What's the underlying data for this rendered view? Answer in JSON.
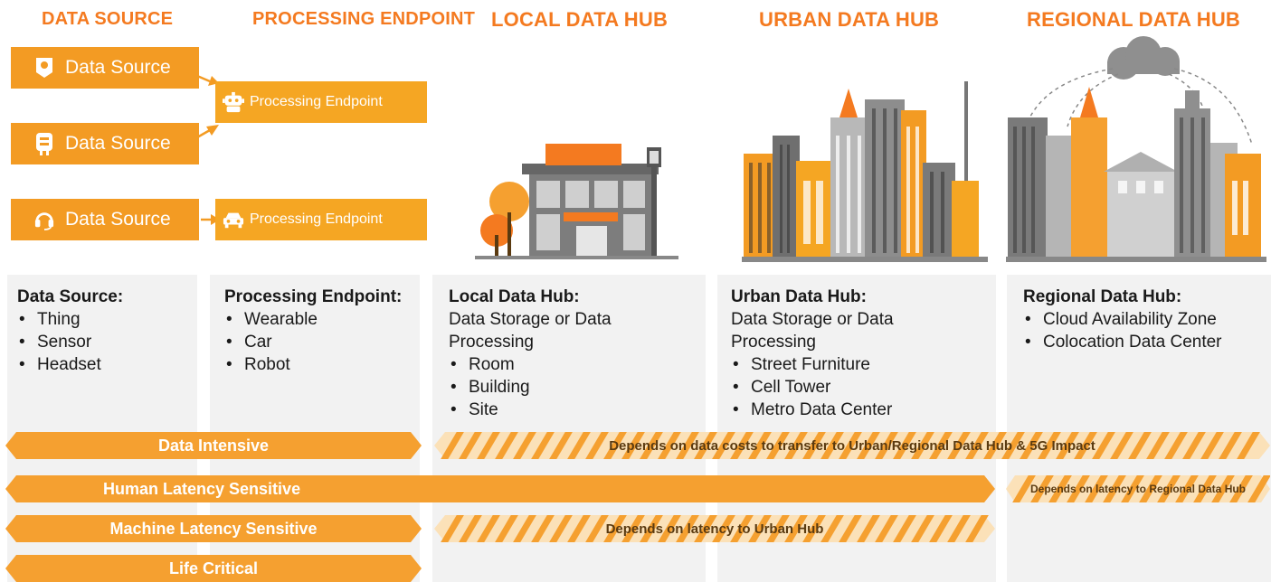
{
  "headers": {
    "data_source": "DATA SOURCE",
    "processing_endpoint": "PROCESSING ENDPOINT",
    "local_hub": "LOCAL DATA HUB",
    "urban_hub": "URBAN DATA HUB",
    "regional_hub": "REGIONAL DATA HUB"
  },
  "sources": [
    {
      "label": "Data Source",
      "icon": "pin-icon"
    },
    {
      "label": "Data Source",
      "icon": "sensor-icon"
    },
    {
      "label": "Data Source",
      "icon": "headset-icon"
    }
  ],
  "endpoints": [
    {
      "label": "Processing Endpoint",
      "icon": "robot-icon"
    },
    {
      "label": "Processing Endpoint",
      "icon": "car-icon"
    }
  ],
  "columns": {
    "data_source": {
      "title": "Data Source:",
      "items": [
        "Thing",
        "Sensor",
        "Headset"
      ]
    },
    "processing_endpoint": {
      "title": "Processing Endpoint:",
      "items": [
        "Wearable",
        "Car",
        "Robot"
      ]
    },
    "local_hub": {
      "title": "Local Data Hub:",
      "desc_1": "Data Storage or Data",
      "desc_2": "Processing",
      "items": [
        "Room",
        "Building",
        "Site"
      ]
    },
    "urban_hub": {
      "title": "Urban Data Hub:",
      "desc_1": "Data Storage or Data",
      "desc_2": "Processing",
      "items": [
        "Street Furniture",
        "Cell Tower",
        "Metro Data Center"
      ]
    },
    "regional_hub": {
      "title": "Regional Data Hub:",
      "items": [
        "Cloud Availability Zone",
        "Colocation Data Center"
      ]
    }
  },
  "bands": {
    "data_intensive": "Data Intensive",
    "data_intensive_note": "Depends on data costs to transfer to Urban/Regional Data Hub & 5G Impact",
    "human_latency": "Human Latency Sensitive",
    "human_latency_note": "Depends on latency to Regional Data Hub",
    "machine_latency": "Machine Latency Sensitive",
    "machine_latency_note": "Depends on latency to Urban Hub",
    "life_critical": "Life Critical"
  },
  "colors": {
    "accent": "#f47a20",
    "box": "#f39b23",
    "band": "#f5a030",
    "column_bg": "#f2f2f2",
    "building_grey": "#8a8a8a"
  }
}
